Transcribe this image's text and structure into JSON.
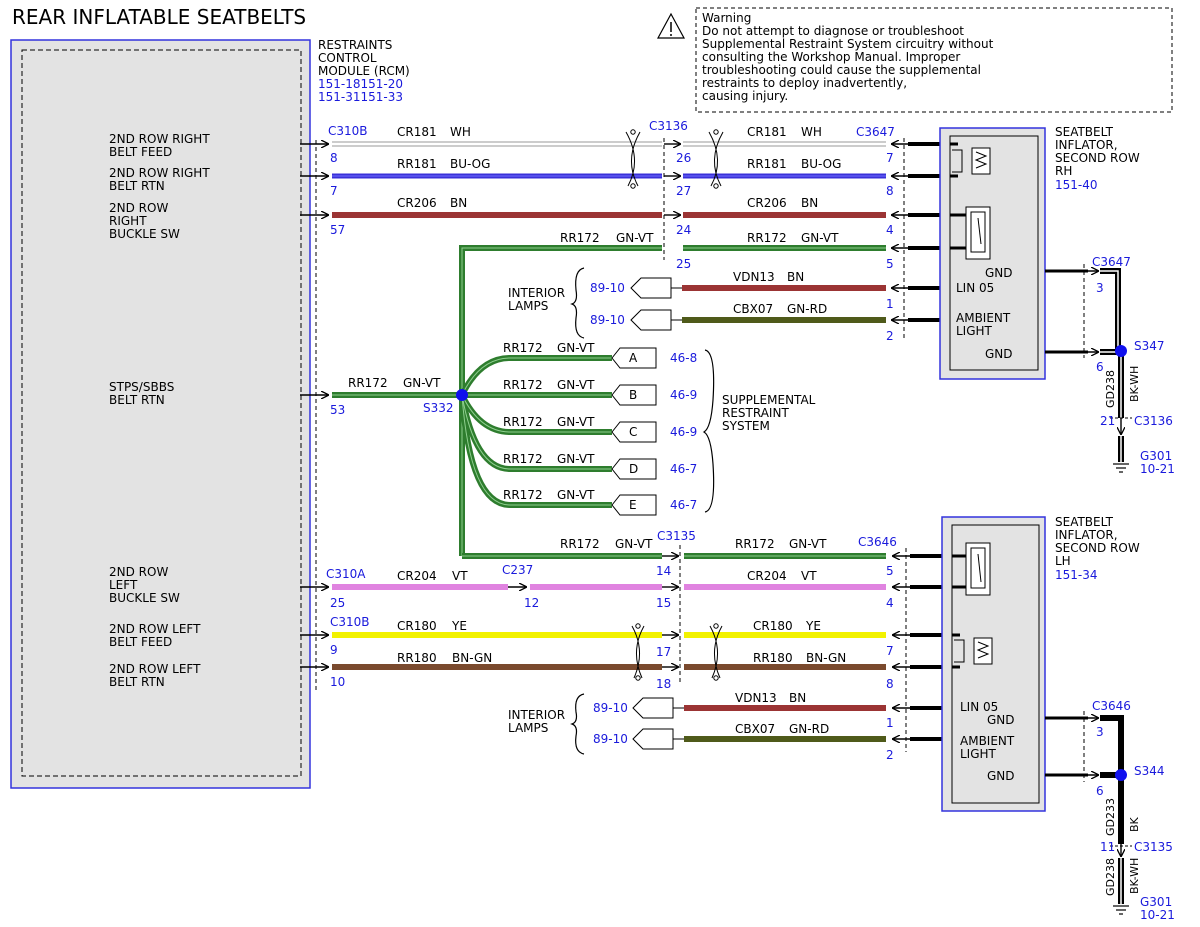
{
  "title": "REAR INFLATABLE SEATBELTS",
  "warning": {
    "heading": "Warning",
    "lines": [
      "Do not attempt to diagnose or troubleshoot",
      "Supplemental Restraint System circuitry without",
      "consulting the Workshop Manual. Improper",
      "troubleshooting could cause the supplemental",
      "restraints to deploy inadvertently,",
      "causing injury."
    ]
  },
  "rcm": {
    "name_lines": [
      "RESTRAINTS",
      "CONTROL",
      "MODULE (RCM)"
    ],
    "refs": [
      "151-18151-20",
      "151-31151-33"
    ],
    "pins": [
      {
        "label": [
          "2ND ROW RIGHT",
          "BELT FEED"
        ],
        "pin": "8"
      },
      {
        "label": [
          "2ND ROW RIGHT",
          "BELT RTN"
        ],
        "pin": "7"
      },
      {
        "label": [
          "2ND ROW",
          "RIGHT",
          "BUCKLE SW"
        ],
        "pin": "57"
      },
      {
        "label": [
          "STPS/SBBS",
          "BELT RTN"
        ],
        "pin": "53"
      },
      {
        "label": [
          "2ND ROW",
          "LEFT",
          "BUCKLE SW"
        ],
        "pin": "25"
      },
      {
        "label": [
          "2ND ROW LEFT",
          "BELT FEED"
        ],
        "pin": "9"
      },
      {
        "label": [
          "2ND ROW LEFT",
          "BELT RTN"
        ],
        "pin": "10"
      }
    ]
  },
  "connectors": {
    "c310b": "C310B",
    "c310a": "C310A",
    "c237": "C237",
    "c3136": "C3136",
    "c3135": "C3135",
    "c3647": "C3647",
    "c3646": "C3646"
  },
  "splices": {
    "s332": "S332",
    "s347": "S347",
    "s344": "S344"
  },
  "grounds": [
    {
      "name": "G301",
      "ref": "10-21"
    },
    {
      "name": "G301",
      "ref": "10-21"
    }
  ],
  "upper_left_wires": [
    {
      "circuit": "CR181",
      "color": "WH",
      "hex": "#ffffff"
    },
    {
      "circuit": "RR181",
      "color": "BU-OG",
      "hex": "#3a30d8"
    },
    {
      "circuit": "CR206",
      "color": "BN",
      "hex": "#9b3434"
    }
  ],
  "upper_right_wires": [
    {
      "circuit": "CR181",
      "color": "WH",
      "hex": "#ffffff",
      "pin_in": "26",
      "pin_out": "7"
    },
    {
      "circuit": "RR181",
      "color": "BU-OG",
      "hex": "#3a30d8",
      "pin_in": "27",
      "pin_out": "8"
    },
    {
      "circuit": "CR206",
      "color": "BN",
      "hex": "#9b3434",
      "pin_in": "24",
      "pin_out": "4"
    },
    {
      "circuit": "RR172",
      "color": "GN-VT",
      "hex": "#2e7d2e",
      "pin_in": "25",
      "pin_out": "5"
    }
  ],
  "s332_trunk": {
    "circuit": "RR172",
    "color": "GN-VT",
    "hex": "#2e7d2e"
  },
  "srs_branches": [
    {
      "circuit": "RR172",
      "color": "GN-VT",
      "connector": "A",
      "ref": "46-8"
    },
    {
      "circuit": "RR172",
      "color": "GN-VT",
      "connector": "B",
      "ref": "46-9"
    },
    {
      "circuit": "RR172",
      "color": "GN-VT",
      "connector": "C",
      "ref": "46-9"
    },
    {
      "circuit": "RR172",
      "color": "GN-VT",
      "connector": "D",
      "ref": "46-7"
    },
    {
      "circuit": "RR172",
      "color": "GN-VT",
      "connector": "E",
      "ref": "46-7"
    }
  ],
  "srs_label": [
    "SUPPLEMENTAL",
    "RESTRAINT",
    "SYSTEM"
  ],
  "interior_lamps": {
    "label": [
      "INTERIOR",
      "LAMPS"
    ],
    "upper": [
      {
        "ref": "89-10",
        "circuit": "VDN13",
        "color": "BN",
        "hex": "#9b3434",
        "pin": "1"
      },
      {
        "ref": "89-10",
        "circuit": "CBX07",
        "color": "GN-RD",
        "hex": "#4f5a1a",
        "pin": "2"
      }
    ],
    "lower": [
      {
        "ref": "89-10",
        "circuit": "VDN13",
        "color": "BN",
        "hex": "#9b3434",
        "pin": "1"
      },
      {
        "ref": "89-10",
        "circuit": "CBX07",
        "color": "GN-RD",
        "hex": "#4f5a1a",
        "pin": "2"
      }
    ]
  },
  "lower_left_wires": [
    {
      "circuit": "RR172",
      "color": "GN-VT",
      "hex": "#2e7d2e"
    },
    {
      "circuit": "CR204",
      "color": "VT",
      "hex": "#e083e0"
    },
    {
      "circuit": "CR180",
      "color": "YE",
      "hex": "#f2f200"
    },
    {
      "circuit": "RR180",
      "color": "BN-GN",
      "hex": "#7a4a2e"
    }
  ],
  "c237_pin": "12",
  "lower_right_wires": [
    {
      "circuit": "RR172",
      "color": "GN-VT",
      "hex": "#2e7d2e",
      "pin_in": "14",
      "pin_out": "5"
    },
    {
      "circuit": "CR204",
      "color": "VT",
      "hex": "#e083e0",
      "pin_in": "15",
      "pin_out": "4"
    },
    {
      "circuit": "CR180",
      "color": "YE",
      "hex": "#f2f200",
      "pin_in": "17",
      "pin_out": "7"
    },
    {
      "circuit": "RR180",
      "color": "BN-GN",
      "hex": "#7a4a2e",
      "pin_in": "18",
      "pin_out": "8"
    }
  ],
  "inflator_rh": {
    "name_lines": [
      "SEATBELT",
      "INFLATOR,",
      "SECOND ROW",
      "RH"
    ],
    "ref": "151-40",
    "pin_labels": [
      "GND",
      "LIN 05",
      "AMBIENT",
      "LIGHT",
      "GND"
    ],
    "gnd_pins": [
      "3",
      "6"
    ],
    "ground_wire": {
      "circuit": "GD238",
      "color": "BK-WH"
    },
    "c3136_pin": "21"
  },
  "inflator_lh": {
    "name_lines": [
      "SEATBELT",
      "INFLATOR,",
      "SECOND ROW",
      "LH"
    ],
    "ref": "151-34",
    "pin_labels": [
      "LIN 05",
      "GND",
      "AMBIENT",
      "LIGHT",
      "GND"
    ],
    "gnd_pins": [
      "3",
      "6"
    ],
    "ground_wire_upper": {
      "circuit": "GD233",
      "color": "BK"
    },
    "ground_wire_lower": {
      "circuit": "GD238",
      "color": "BK-WH"
    },
    "c3135_pin": "11"
  },
  "colors": {
    "module_border": "#3333dd",
    "ref_text": "#1a1adc",
    "splice": "#1010ee"
  }
}
